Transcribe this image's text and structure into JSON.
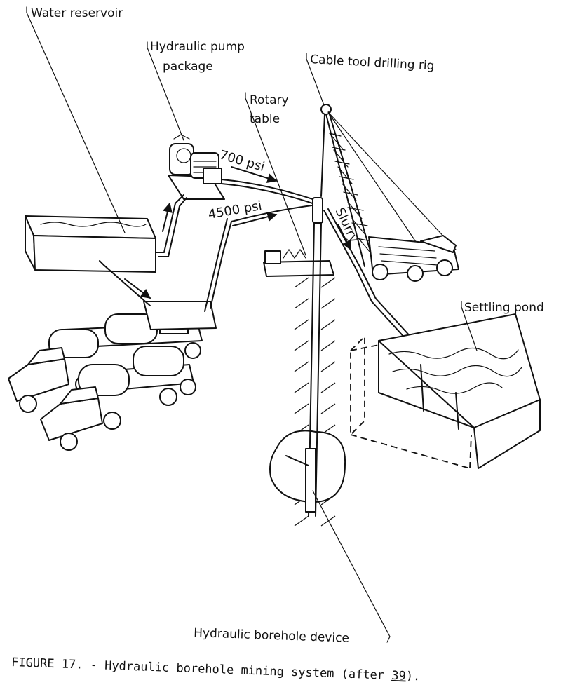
{
  "labels": {
    "water_reservoir": "Water reservoir",
    "pump_line1": "Hydraulic pump",
    "pump_line2": "package",
    "drilling_rig": "Cable tool drilling rig",
    "rotary_line1": "Rotary",
    "rotary_line2": "table",
    "psi_low": "700 psi",
    "psi_high": "4500 psi",
    "slurry": "Slurry",
    "settling_pond": "Settling pond",
    "borehole_device": "Hydraulic borehole device"
  },
  "caption": {
    "figure_prefix": "FIGURE 17. - Hydraulic borehole mining system (after ",
    "ref": "39",
    "suffix": ")."
  },
  "colors": {
    "ink": "#111111",
    "paper": "#ffffff"
  }
}
